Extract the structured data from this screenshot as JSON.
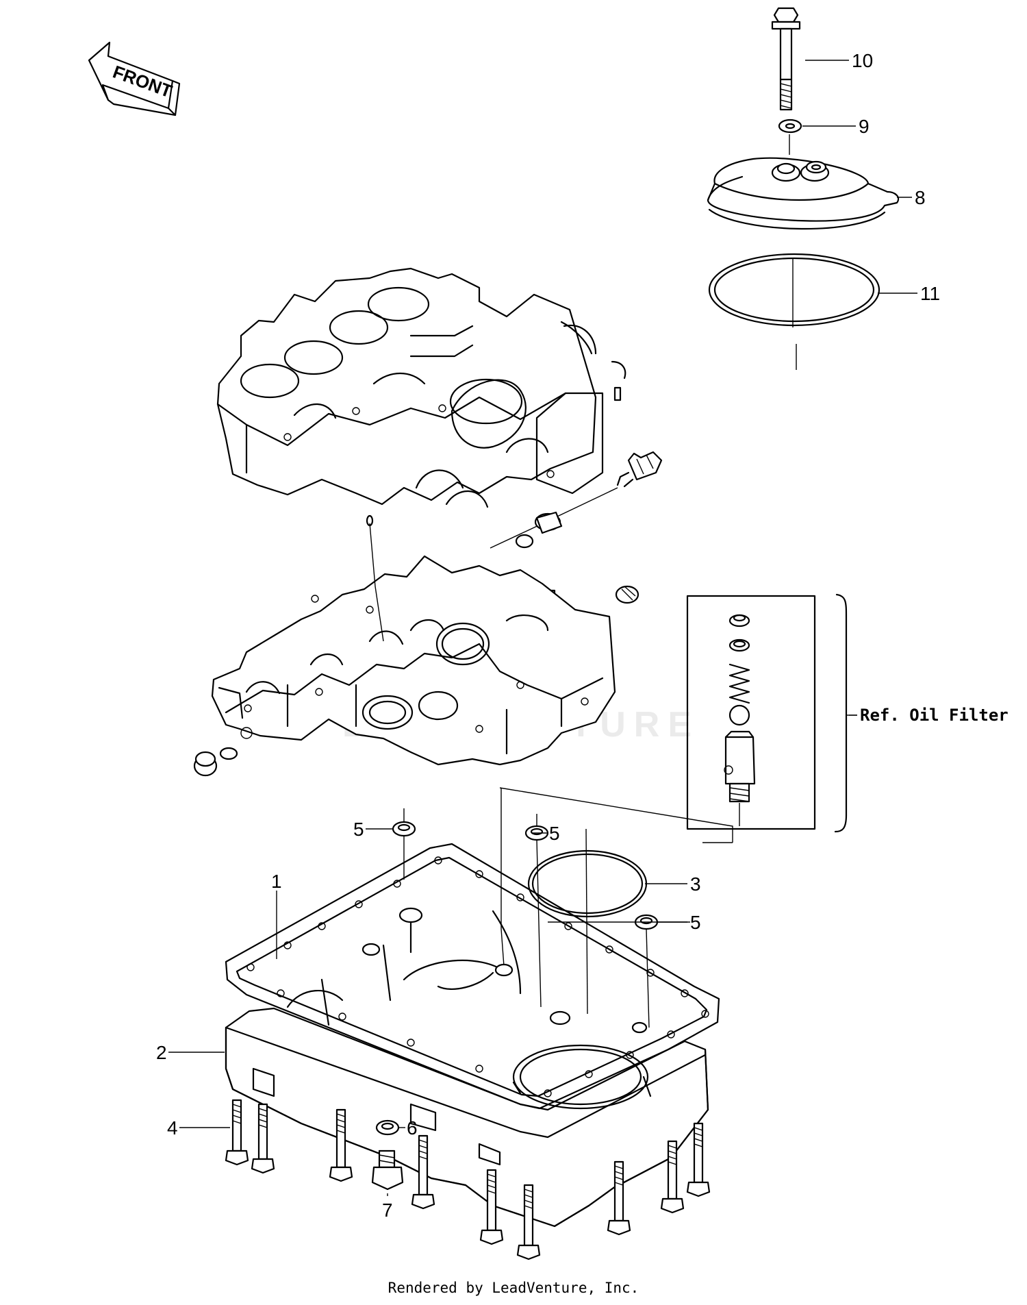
{
  "front_label": "FRONT",
  "callouts": [
    {
      "id": "1",
      "text": "1"
    },
    {
      "id": "2",
      "text": "2"
    },
    {
      "id": "3",
      "text": "3"
    },
    {
      "id": "4",
      "text": "4"
    },
    {
      "id": "5a",
      "text": "5"
    },
    {
      "id": "5b",
      "text": "5"
    },
    {
      "id": "5c",
      "text": "5"
    },
    {
      "id": "6",
      "text": "6"
    },
    {
      "id": "7",
      "text": "7"
    },
    {
      "id": "8",
      "text": "8"
    },
    {
      "id": "9",
      "text": "9"
    },
    {
      "id": "10",
      "text": "10"
    },
    {
      "id": "11",
      "text": "11"
    }
  ],
  "ref_label": "Ref. Oil Filter",
  "watermark": "LEADVENTURE",
  "footer": "Rendered by LeadVenture, Inc."
}
